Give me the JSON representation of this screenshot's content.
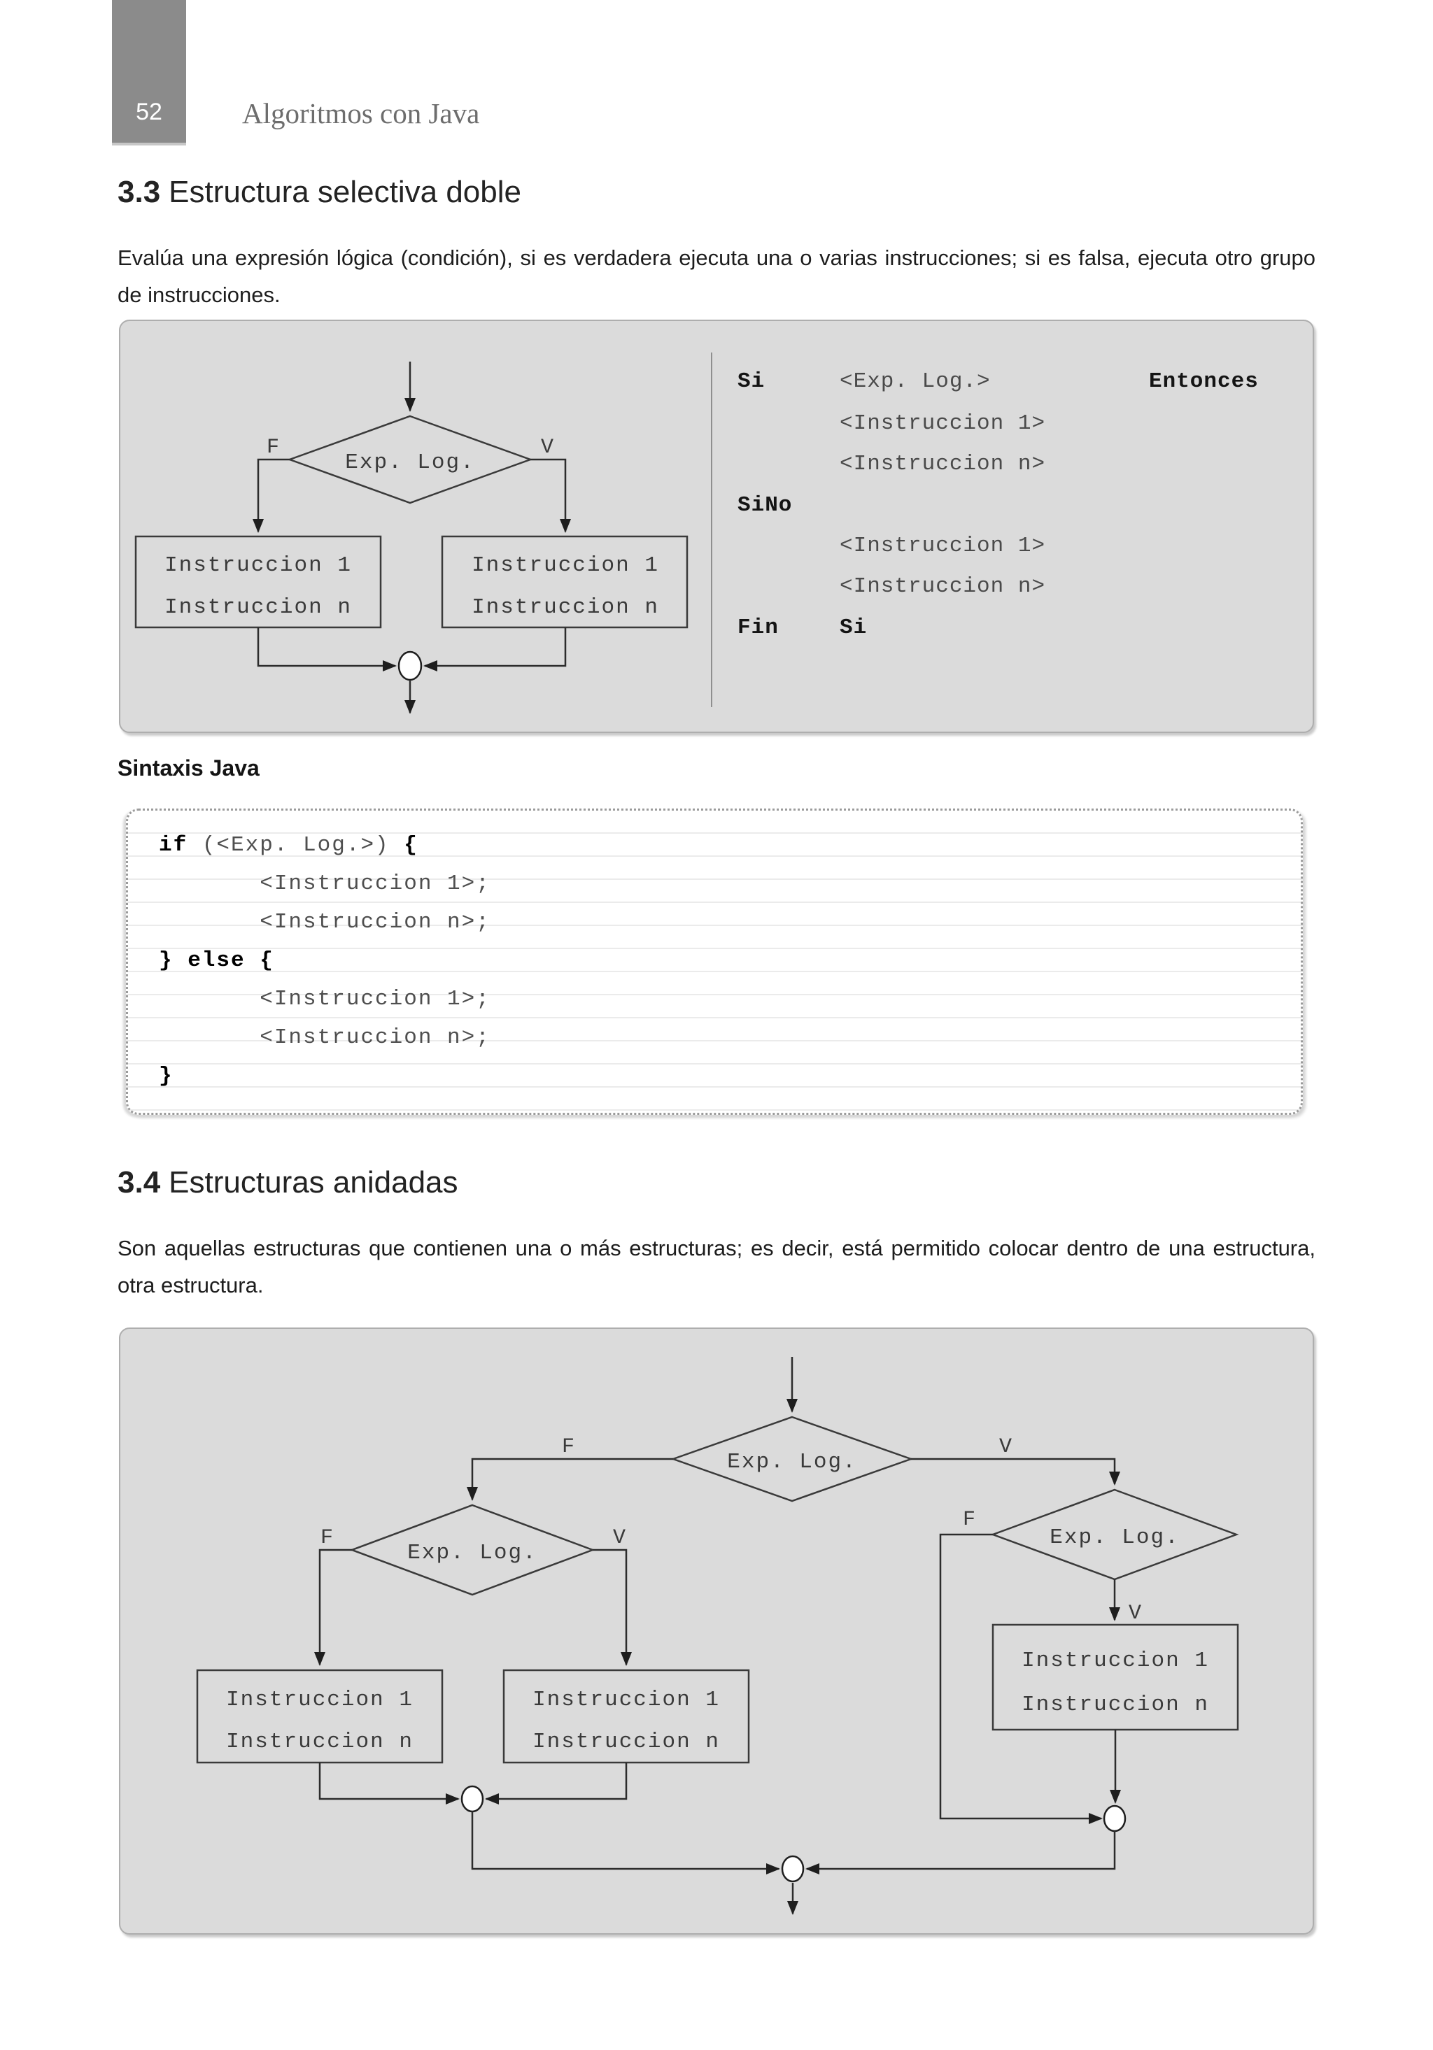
{
  "header": {
    "page_number": "52",
    "book_title": "Algoritmos con Java"
  },
  "section33": {
    "number": "3.3",
    "title": "Estructura selectiva doble",
    "body": "Evalúa una expresión lógica (condición), si es verdadera ejecuta una o varias instrucciones; si es falsa, ejecuta otro grupo de instrucciones."
  },
  "flow1": {
    "condition": "Exp. Log.",
    "false_label": "F",
    "true_label": "V",
    "box_false": {
      "l1": "Instruccion 1",
      "l2": "Instruccion n"
    },
    "box_true": {
      "l1": "Instruccion 1",
      "l2": "Instruccion n"
    }
  },
  "pseudo": {
    "si": "Si",
    "expr": "<Exp. Log.>",
    "entonces": "Entonces",
    "then1": "<Instruccion 1>",
    "then2": "<Instruccion n>",
    "sino": "SiNo",
    "else1": "<Instruccion 1>",
    "else2": "<Instruccion n>",
    "fin": "Fin",
    "fin_si": "Si"
  },
  "syntax": {
    "heading": "Sintaxis Java",
    "l1a": "if",
    "l1b": " (<Exp. Log.>) ",
    "l1c": "{",
    "l2": "       <Instruccion 1>;",
    "l3": "       <Instruccion n>;",
    "l4": "} else {",
    "l5": "       <Instruccion 1>;",
    "l6": "       <Instruccion n>;",
    "l7": "}"
  },
  "section34": {
    "number": "3.4",
    "title": "Estructuras anidadas",
    "body": "Son aquellas estructuras que contienen una o más estructuras; es decir, está permitido colocar dentro de una estructura, otra estructura."
  },
  "flow2": {
    "condition": "Exp. Log.",
    "false_label": "F",
    "true_label": "V",
    "d_left": {
      "condition": "Exp. Log.",
      "false_label": "F",
      "true_label": "V"
    },
    "d_right": {
      "condition": "Exp. Log.",
      "false_label": "F",
      "true_label": "V"
    },
    "box1": {
      "l1": "Instruccion 1",
      "l2": "Instruccion n"
    },
    "box2": {
      "l1": "Instruccion 1",
      "l2": "Instruccion n"
    },
    "box3": {
      "l1": "Instruccion 1",
      "l2": "Instruccion n"
    }
  }
}
